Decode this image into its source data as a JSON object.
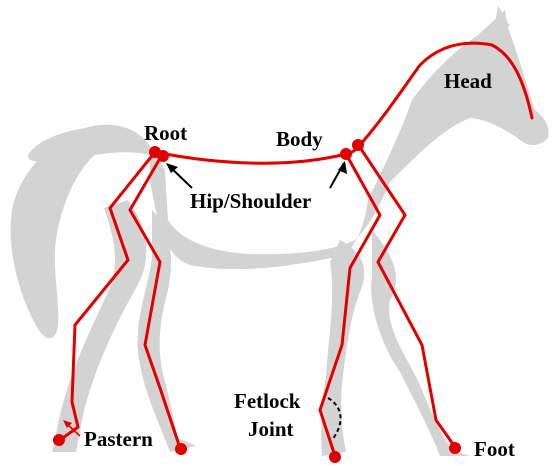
{
  "labels": {
    "root": "Root",
    "body": "Body",
    "head": "Head",
    "hip_shoulder": "Hip/Shoulder",
    "fetlock_line1": "Fetlock",
    "fetlock_line2": "Joint",
    "pastern": "Pastern",
    "foot": "Foot"
  },
  "colors": {
    "silhouette": "#d3d3d3",
    "skeleton": "#e00000",
    "joint": "#e00000",
    "text": "#000000",
    "arrow_black": "#000000",
    "arrow_red": "#e00000"
  }
}
